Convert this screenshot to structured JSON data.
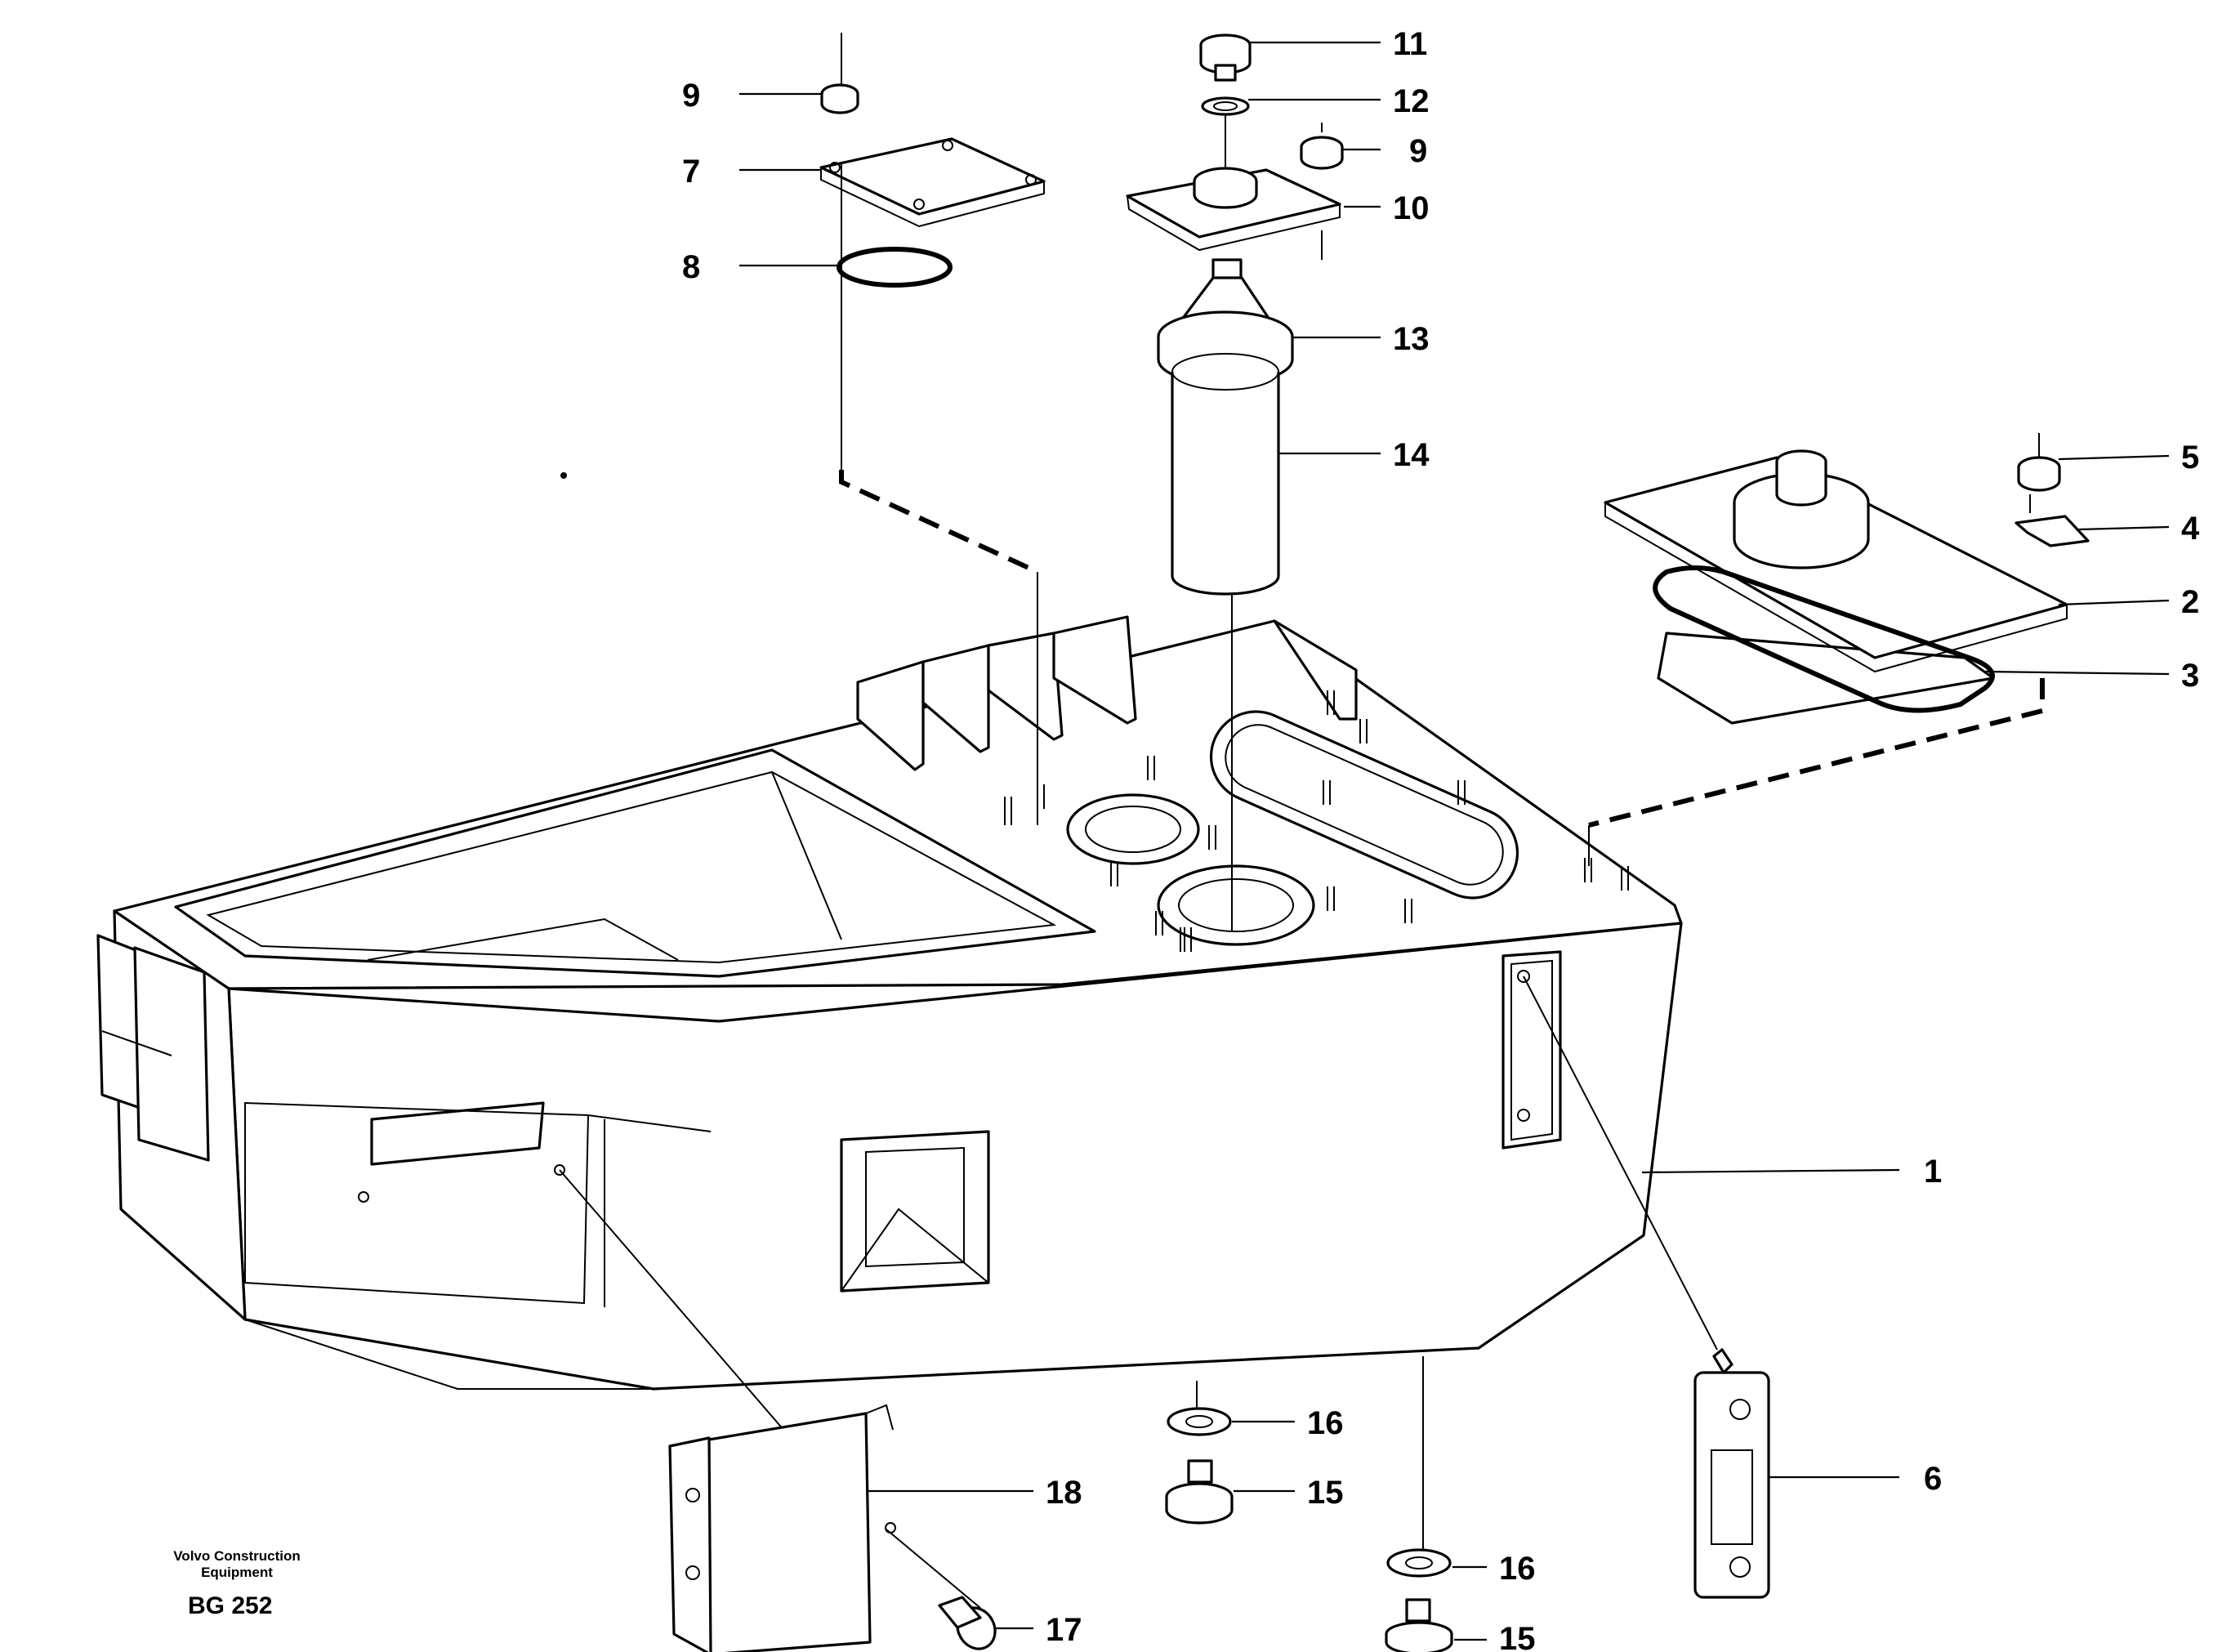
{
  "caption": {
    "company_line1": "Volvo Construction",
    "company_line2": "Equipment",
    "code": "BG 252"
  },
  "callouts": [
    {
      "id": "c1",
      "label": "1"
    },
    {
      "id": "c2",
      "label": "2"
    },
    {
      "id": "c3",
      "label": "3"
    },
    {
      "id": "c4",
      "label": "4"
    },
    {
      "id": "c5",
      "label": "5"
    },
    {
      "id": "c6",
      "label": "6"
    },
    {
      "id": "c7",
      "label": "7"
    },
    {
      "id": "c8",
      "label": "8"
    },
    {
      "id": "c9a",
      "label": "9"
    },
    {
      "id": "c9b",
      "label": "9"
    },
    {
      "id": "c10",
      "label": "10"
    },
    {
      "id": "c11",
      "label": "11"
    },
    {
      "id": "c12",
      "label": "12"
    },
    {
      "id": "c13",
      "label": "13"
    },
    {
      "id": "c14",
      "label": "14"
    },
    {
      "id": "c15a",
      "label": "15"
    },
    {
      "id": "c15b",
      "label": "15"
    },
    {
      "id": "c16a",
      "label": "16"
    },
    {
      "id": "c16b",
      "label": "16"
    },
    {
      "id": "c17",
      "label": "17"
    },
    {
      "id": "c18",
      "label": "18"
    }
  ]
}
